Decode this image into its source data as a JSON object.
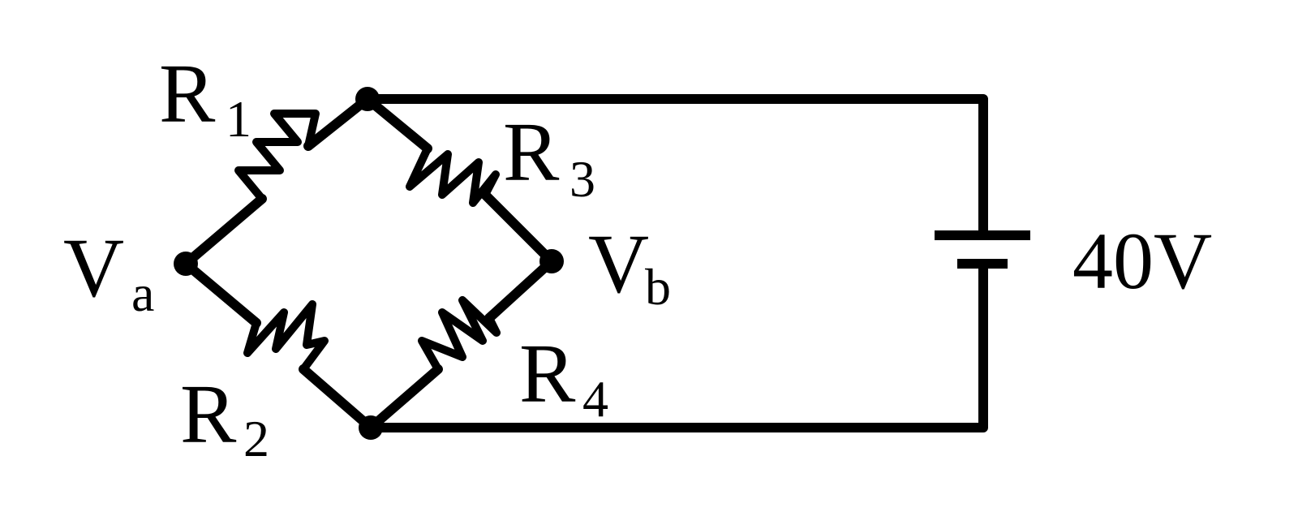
{
  "labels": {
    "R1": {
      "main": "R",
      "sub": "1"
    },
    "R2": {
      "main": "R",
      "sub": "2"
    },
    "R3": {
      "main": "R",
      "sub": "3"
    },
    "R4": {
      "main": "R",
      "sub": "4"
    },
    "Va": {
      "main": "V",
      "sub": "a"
    },
    "Vb": {
      "main": "V",
      "sub": "b"
    },
    "battery": "40V"
  },
  "colors": {
    "stroke": "#000000",
    "background": "#ffffff"
  }
}
